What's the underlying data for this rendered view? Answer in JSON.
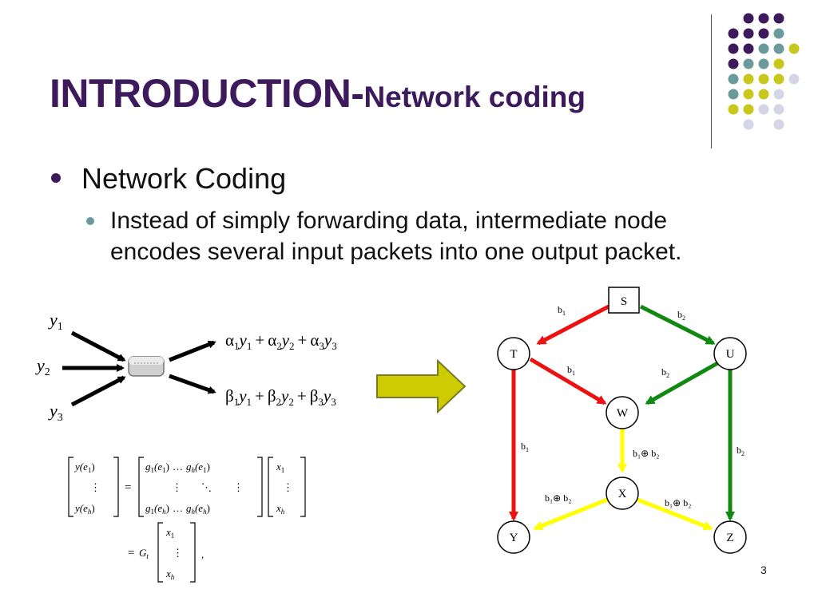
{
  "slide": {
    "title_main": "INTRODUCTION-",
    "title_sub": "Network coding",
    "bullet_level1": "Network Coding",
    "bullet_level2": "Instead of simply forwarding data, intermediate node encodes several input packets into one output packet.",
    "page_number": "3"
  },
  "colors": {
    "title": "#3c1a5b",
    "dot_purple": "#3c1a5b",
    "dot_teal": "#6b9a9c",
    "dot_olive": "#c8c81c",
    "dot_lavender": "#d5d5e8",
    "edge_red": "#ee1111",
    "edge_green": "#118811",
    "edge_yellow": "#ffff00",
    "arrow_fill": "#cccc00"
  },
  "encoder": {
    "inputs": [
      "y",
      "y",
      "y"
    ],
    "input_subs": [
      "1",
      "2",
      "3"
    ],
    "output1": {
      "coefs": [
        "α",
        "α",
        "α"
      ],
      "vars": [
        "y",
        "y",
        "y"
      ],
      "subs": [
        "1",
        "2",
        "3"
      ],
      "plus": "+"
    },
    "output2": {
      "coefs": [
        "β",
        "β",
        "β"
      ],
      "vars": [
        "y",
        "y",
        "y"
      ],
      "subs": [
        "1",
        "2",
        "3"
      ],
      "plus": "+"
    }
  },
  "matrix": {
    "lhs_top": "y(e",
    "lhs_top_sub": "1",
    "lhs_top_close": ")",
    "lhs_bottom": "y(e",
    "lhs_bottom_sub": "h",
    "lhs_bottom_close": ")",
    "vdots": "⋮",
    "ddots": "⋱",
    "cdots": "…",
    "equals": "=",
    "g_row1_left": "g",
    "g_row1_left_sub": "1",
    "g_row1_left_arg": "(e",
    "g_row1_left_arg_sub": "1",
    "close": ")",
    "g_row1_right": "g",
    "g_row1_right_sub": "h",
    "g_row1_right_arg": "(e",
    "g_row1_right_arg_sub": "1",
    "g_row2_left": "g",
    "g_row2_left_sub": "1",
    "g_row2_left_arg": "(e",
    "g_row2_left_arg_sub": "h",
    "g_row2_right": "g",
    "g_row2_right_sub": "h",
    "g_row2_right_arg": "(e",
    "g_row2_right_arg_sub": "h",
    "x_top": "x",
    "x_top_sub": "1",
    "x_bottom": "x",
    "x_bottom_sub": "h",
    "gt": "G",
    "gt_sub": "t",
    "trail": ","
  },
  "network": {
    "nodes": [
      {
        "id": "S",
        "label": "S",
        "shape": "square"
      },
      {
        "id": "T",
        "label": "T",
        "shape": "circle"
      },
      {
        "id": "U",
        "label": "U",
        "shape": "circle"
      },
      {
        "id": "W",
        "label": "W",
        "shape": "circle"
      },
      {
        "id": "X",
        "label": "X",
        "shape": "circle"
      },
      {
        "id": "Y",
        "label": "Y",
        "shape": "circle"
      },
      {
        "id": "Z",
        "label": "Z",
        "shape": "circle"
      }
    ],
    "edges": [
      {
        "from": "S",
        "to": "T",
        "label": "b",
        "sub": "1",
        "color": "red"
      },
      {
        "from": "S",
        "to": "U",
        "label": "b",
        "sub": "2",
        "color": "green"
      },
      {
        "from": "T",
        "to": "W",
        "label": "b",
        "sub": "1",
        "color": "red"
      },
      {
        "from": "U",
        "to": "W",
        "label": "b",
        "sub": "2",
        "color": "green"
      },
      {
        "from": "T",
        "to": "Y",
        "label": "b",
        "sub": "1",
        "color": "red"
      },
      {
        "from": "U",
        "to": "Z",
        "label": "b",
        "sub": "2",
        "color": "green"
      },
      {
        "from": "W",
        "to": "X",
        "label": "b₁⊕ b₂",
        "color": "yellow"
      },
      {
        "from": "X",
        "to": "Y",
        "label": "b₁⊕ b₂",
        "color": "yellow"
      },
      {
        "from": "X",
        "to": "Z",
        "label": "b₁⊕ b₂",
        "color": "yellow"
      }
    ]
  }
}
